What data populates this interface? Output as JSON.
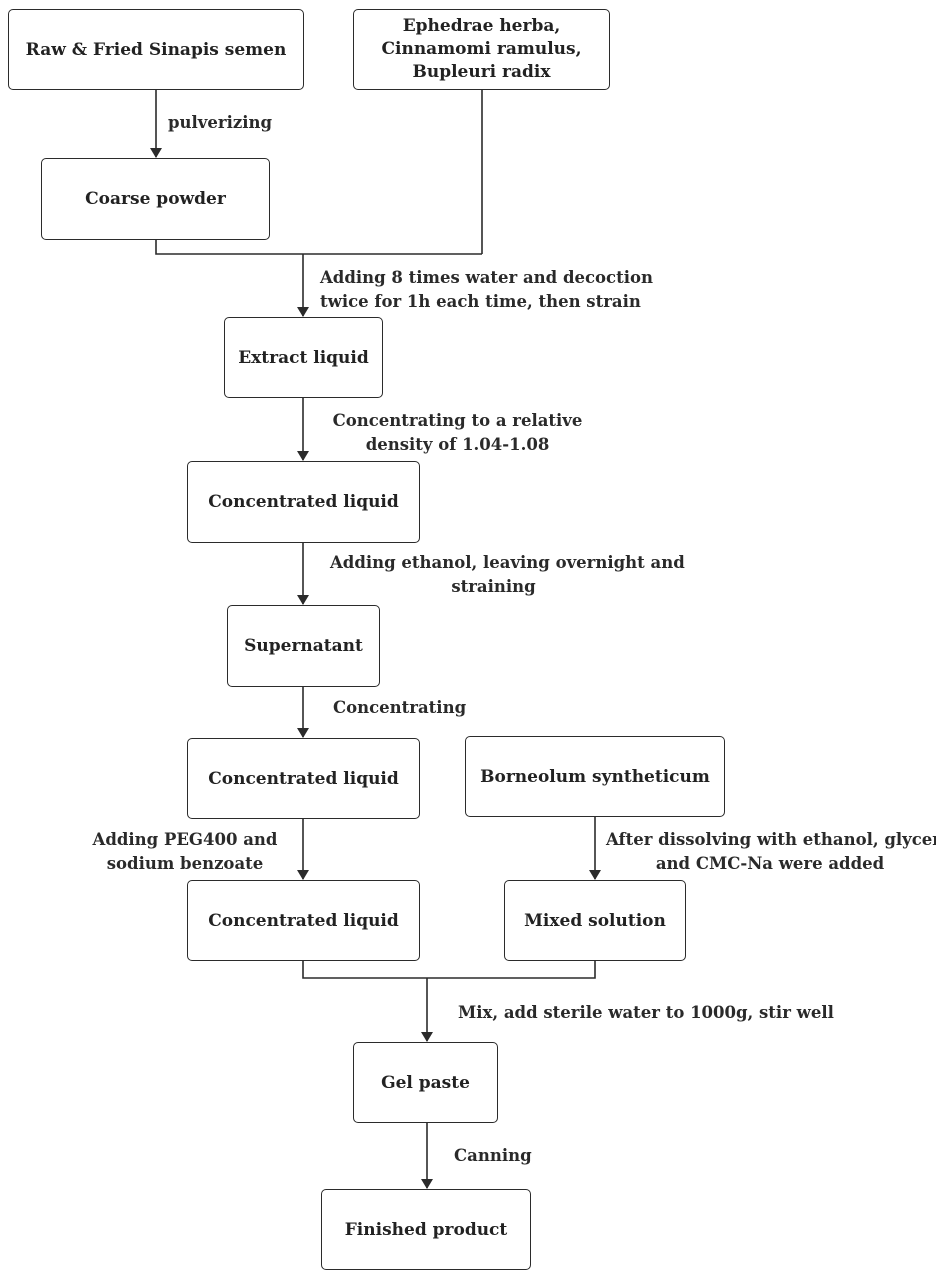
{
  "nodes": {
    "raw": "Raw & Fried Sinapis semen",
    "herbs": [
      "Ephedrae herba,",
      "Cinnamomi ramulus,",
      "Bupleuri radix"
    ],
    "coarse": "Coarse powder",
    "extract": "Extract liquid",
    "conc1": "Concentrated liquid",
    "super": "Supernatant",
    "conc2": "Concentrated liquid",
    "borneol": "Borneolum syntheticum",
    "conc3": "Concentrated liquid",
    "mixed": "Mixed solution",
    "gel": "Gel paste",
    "finished": "Finished product"
  },
  "labels": {
    "pulverizing": "pulverizing",
    "decoction": [
      "Adding 8 times water and decoction",
      "twice for 1h each time, then strain"
    ],
    "density": [
      "Concentrating to a relative",
      "density of 1.04-1.08"
    ],
    "ethanol": [
      "Adding ethanol, leaving overnight and",
      "straining"
    ],
    "concentrating": "Concentrating",
    "peg": [
      "Adding PEG400 and",
      "sodium benzoate"
    ],
    "dissolve": [
      "After dissolving with ethanol, glycerol",
      "and CMC-Na were added"
    ],
    "mix": "Mix, add sterile water to 1000g, stir well",
    "canning": "Canning"
  }
}
